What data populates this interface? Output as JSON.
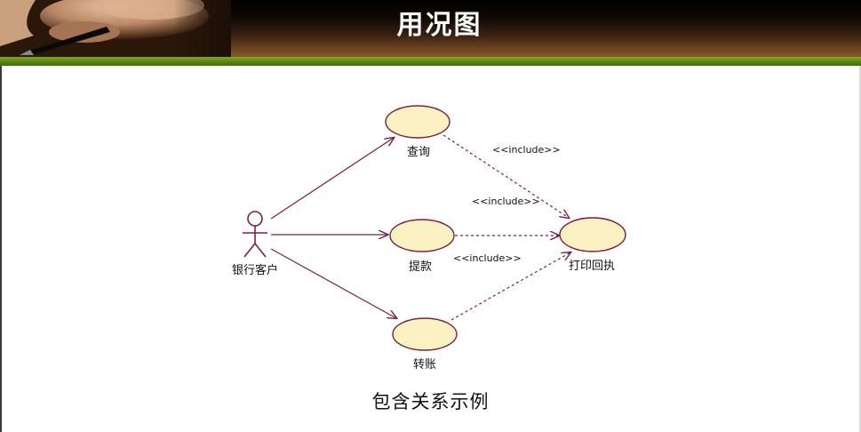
{
  "slide": {
    "title": "用况图",
    "caption": "包含关系示例"
  },
  "diagram": {
    "actor": {
      "label": "银行客户"
    },
    "use_cases": [
      {
        "id": "query",
        "label": "查询"
      },
      {
        "id": "withdraw",
        "label": "提款"
      },
      {
        "id": "transfer",
        "label": "转账"
      },
      {
        "id": "print",
        "label": "打印回执"
      }
    ],
    "stereotypes": {
      "include_query": "<<include>>",
      "include_withdraw": "<<include>>",
      "include_transfer": "<<include>>"
    }
  },
  "colors": {
    "usecase_fill": "#fbf1c2",
    "usecase_stroke": "#7a2040",
    "line": "#7a2040",
    "accent_green": "#5e8a12"
  }
}
